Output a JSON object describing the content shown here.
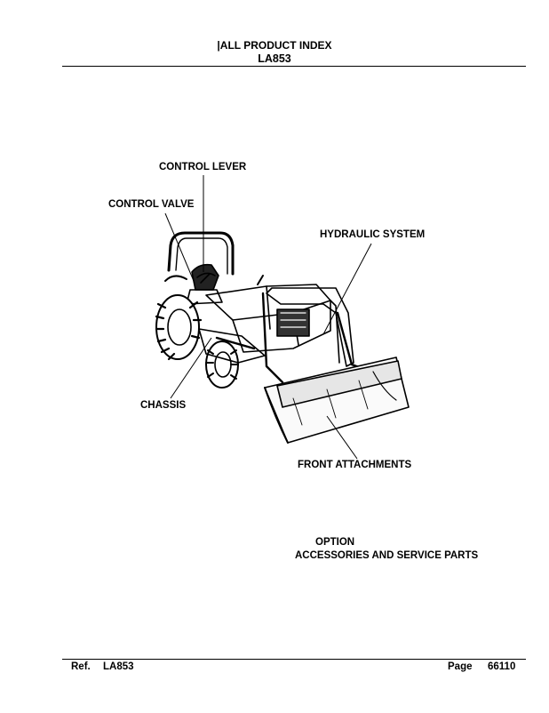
{
  "header": {
    "title": "|ALL PRODUCT INDEX",
    "model": "LA853"
  },
  "callouts": {
    "control_lever": "CONTROL LEVER",
    "control_valve": "CONTROL VALVE",
    "hydraulic_system": "HYDRAULIC SYSTEM",
    "chassis": "CHASSIS",
    "front_attachments": "FRONT ATTACHMENTS"
  },
  "option": {
    "label": "OPTION",
    "sub_label": "ACCESSORIES AND SERVICE PARTS"
  },
  "footer": {
    "ref_label": "Ref.",
    "ref_value": "LA853",
    "page_label": "Page",
    "page_value": "66110"
  }
}
